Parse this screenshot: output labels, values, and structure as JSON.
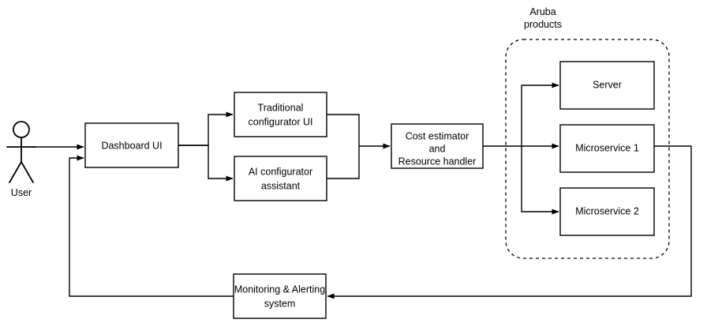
{
  "diagram": {
    "title": "System architecture flow diagram",
    "background_color": "#ffffff",
    "line_color": "#000000",
    "actor": {
      "name": "user-actor",
      "label": "User"
    },
    "group": {
      "name": "aruba-products-group",
      "label_line1": "Aruba",
      "label_line2": "products",
      "border_style": "dashed-rounded"
    },
    "nodes": [
      {
        "id": "dashboard-ui",
        "label_line1": "Dashboard UI",
        "label_line2": "",
        "label_line3": ""
      },
      {
        "id": "traditional-configurator-ui",
        "label_line1": "Traditional",
        "label_line2": "configurator UI",
        "label_line3": ""
      },
      {
        "id": "ai-configurator-assistant",
        "label_line1": "AI configurator",
        "label_line2": "assistant",
        "label_line3": ""
      },
      {
        "id": "cost-estimator-resource-handler",
        "label_line1": "Cost estimator",
        "label_line2": "and",
        "label_line3": "Resource handler"
      },
      {
        "id": "server",
        "label_line1": "Server",
        "label_line2": "",
        "label_line3": ""
      },
      {
        "id": "microservice-1",
        "label_line1": "Microservice 1",
        "label_line2": "",
        "label_line3": ""
      },
      {
        "id": "microservice-2",
        "label_line1": "Microservice 2",
        "label_line2": "",
        "label_line3": ""
      },
      {
        "id": "monitoring-alerting-system",
        "label_line1": "Monitoring & Alerting",
        "label_line2": "system",
        "label_line3": ""
      }
    ],
    "edges": [
      {
        "id": "user-to-dashboard",
        "from": "user-actor",
        "to": "dashboard-ui"
      },
      {
        "id": "dashboard-to-traditional-configurator",
        "from": "dashboard-ui",
        "to": "traditional-configurator-ui"
      },
      {
        "id": "dashboard-to-ai-configurator",
        "from": "dashboard-ui",
        "to": "ai-configurator-assistant"
      },
      {
        "id": "configurators-to-cost-estimator",
        "from": "configurators",
        "to": "cost-estimator-resource-handler"
      },
      {
        "id": "cost-estimator-to-server",
        "from": "cost-estimator-resource-handler",
        "to": "server"
      },
      {
        "id": "cost-estimator-to-microservice-1",
        "from": "cost-estimator-resource-handler",
        "to": "microservice-1"
      },
      {
        "id": "cost-estimator-to-microservice-2",
        "from": "cost-estimator-resource-handler",
        "to": "microservice-2"
      },
      {
        "id": "products-to-monitoring",
        "from": "microservice-1",
        "to": "monitoring-alerting-system"
      },
      {
        "id": "monitoring-to-dashboard",
        "from": "monitoring-alerting-system",
        "to": "dashboard-ui"
      }
    ]
  }
}
